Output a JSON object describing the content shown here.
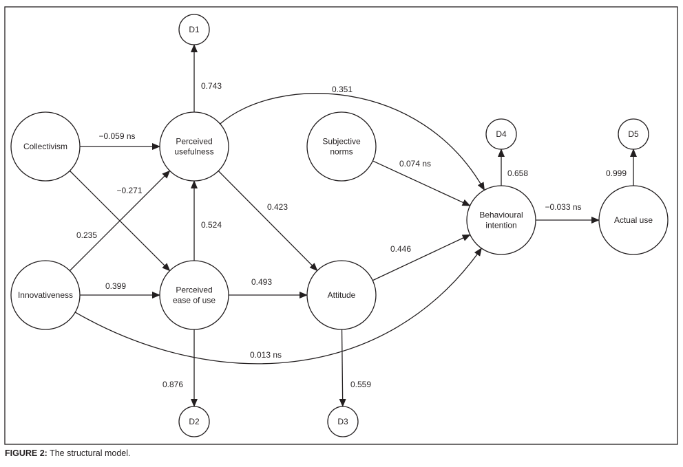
{
  "caption": {
    "label": "FIGURE 2:",
    "text": "The structural model."
  },
  "nodes": [
    {
      "id": "collectivism",
      "lines": [
        "Collectivism"
      ],
      "kind": "construct"
    },
    {
      "id": "innovativeness",
      "lines": [
        "Innovativeness"
      ],
      "kind": "construct"
    },
    {
      "id": "perceived-usefulness",
      "lines": [
        "Perceived",
        "usefulness"
      ],
      "kind": "construct"
    },
    {
      "id": "perceived-ease-of-use",
      "lines": [
        "Perceived",
        "ease of use"
      ],
      "kind": "construct"
    },
    {
      "id": "subjective-norms",
      "lines": [
        "Subjective",
        "norms"
      ],
      "kind": "construct"
    },
    {
      "id": "attitude",
      "lines": [
        "Attitude"
      ],
      "kind": "construct"
    },
    {
      "id": "behavioural-intention",
      "lines": [
        "Behavioural",
        "intention"
      ],
      "kind": "construct"
    },
    {
      "id": "actual-use",
      "lines": [
        "Actual use"
      ],
      "kind": "construct"
    },
    {
      "id": "d1",
      "lines": [
        "D1"
      ],
      "kind": "disturbance"
    },
    {
      "id": "d2",
      "lines": [
        "D2"
      ],
      "kind": "disturbance"
    },
    {
      "id": "d3",
      "lines": [
        "D3"
      ],
      "kind": "disturbance"
    },
    {
      "id": "d4",
      "lines": [
        "D4"
      ],
      "kind": "disturbance"
    },
    {
      "id": "d5",
      "lines": [
        "D5"
      ],
      "kind": "disturbance"
    }
  ],
  "edges": [
    {
      "from": "collectivism",
      "to": "perceived-usefulness",
      "label": "−0.059 ns"
    },
    {
      "from": "collectivism",
      "to": "perceived-ease-of-use",
      "label": "−0.271"
    },
    {
      "from": "innovativeness",
      "to": "perceived-usefulness",
      "label": "0.235"
    },
    {
      "from": "innovativeness",
      "to": "perceived-ease-of-use",
      "label": "0.399"
    },
    {
      "from": "innovativeness",
      "to": "behavioural-intention",
      "label": "0.013 ns"
    },
    {
      "from": "perceived-usefulness",
      "to": "d1",
      "label": "0.743"
    },
    {
      "from": "perceived-usefulness",
      "to": "behavioural-intention",
      "label": "0.351"
    },
    {
      "from": "perceived-usefulness",
      "to": "attitude",
      "label": "0.423"
    },
    {
      "from": "perceived-ease-of-use",
      "to": "perceived-usefulness",
      "label": "0.524"
    },
    {
      "from": "perceived-ease-of-use",
      "to": "attitude",
      "label": "0.493"
    },
    {
      "from": "perceived-ease-of-use",
      "to": "d2",
      "label": "0.876"
    },
    {
      "from": "subjective-norms",
      "to": "behavioural-intention",
      "label": "0.074 ns"
    },
    {
      "from": "attitude",
      "to": "behavioural-intention",
      "label": "0.446"
    },
    {
      "from": "attitude",
      "to": "d3",
      "label": "0.559"
    },
    {
      "from": "behavioural-intention",
      "to": "d4",
      "label": "0.658"
    },
    {
      "from": "behavioural-intention",
      "to": "actual-use",
      "label": "−0.033 ns"
    },
    {
      "from": "actual-use",
      "to": "d5",
      "label": "0.999"
    }
  ]
}
